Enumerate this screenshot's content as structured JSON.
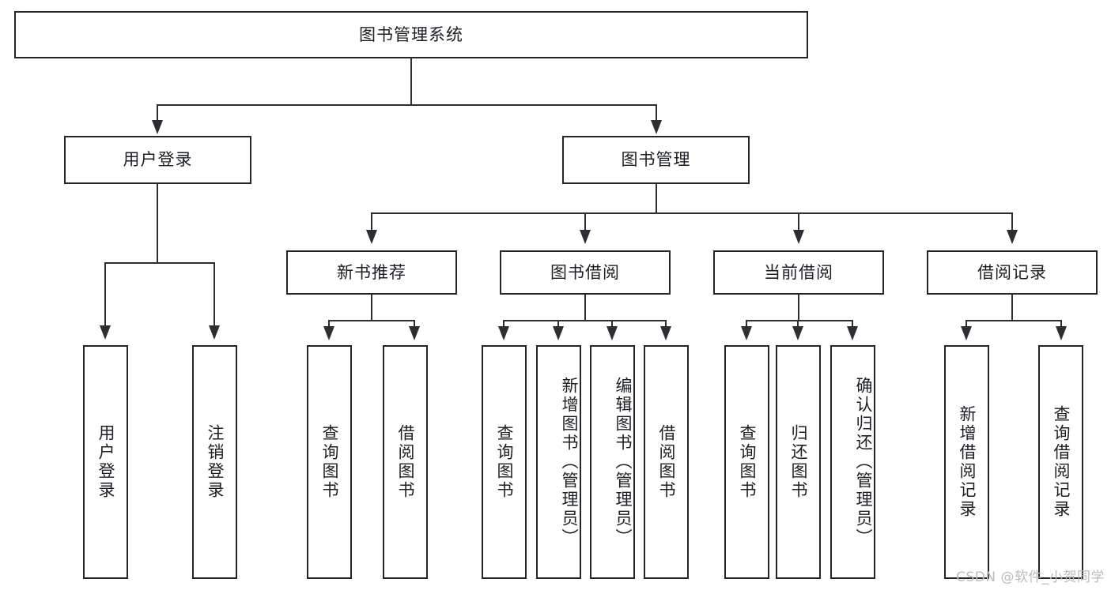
{
  "diagram": {
    "type": "tree",
    "title": "图书管理系统",
    "root": {
      "id": "root",
      "label": "图书管理系统"
    },
    "level2": [
      {
        "id": "user-login",
        "label": "用户登录"
      },
      {
        "id": "book-manage",
        "label": "图书管理"
      }
    ],
    "level3": [
      {
        "id": "new-book-recommend",
        "label": "新书推荐"
      },
      {
        "id": "book-borrow",
        "label": "图书借阅"
      },
      {
        "id": "current-borrow",
        "label": "当前借阅"
      },
      {
        "id": "borrow-record",
        "label": "借阅记录"
      }
    ],
    "leaves": {
      "user_login": [
        {
          "id": "leaf-user-login",
          "label": "用户登录"
        },
        {
          "id": "leaf-logout-login",
          "label": "注销登录"
        }
      ],
      "new_book_recommend": [
        {
          "id": "leaf-query-book-1",
          "label": "查询图书"
        },
        {
          "id": "leaf-borrow-book-1",
          "label": "借阅图书"
        }
      ],
      "book_borrow": [
        {
          "id": "leaf-query-book-2",
          "label": "查询图书"
        },
        {
          "id": "leaf-add-book-admin",
          "label": "新增图书（管理员）"
        },
        {
          "id": "leaf-edit-book-admin",
          "label": "编辑图书（管理员）"
        },
        {
          "id": "leaf-borrow-book-2",
          "label": "借阅图书"
        }
      ],
      "current_borrow": [
        {
          "id": "leaf-query-book-3",
          "label": "查询图书"
        },
        {
          "id": "leaf-return-book",
          "label": "归还图书"
        },
        {
          "id": "leaf-confirm-return-admin",
          "label": "确认归还（管理员）"
        }
      ],
      "borrow_record": [
        {
          "id": "leaf-add-borrow-record",
          "label": "新增借阅记录"
        },
        {
          "id": "leaf-query-borrow-record",
          "label": "查询借阅记录"
        }
      ]
    },
    "watermark": "CSDN @软件_小贺同学",
    "colors": {
      "stroke": "#22262b",
      "text": "#1b1f24",
      "background": "#ffffff",
      "watermark": "#b9bcc0"
    }
  }
}
